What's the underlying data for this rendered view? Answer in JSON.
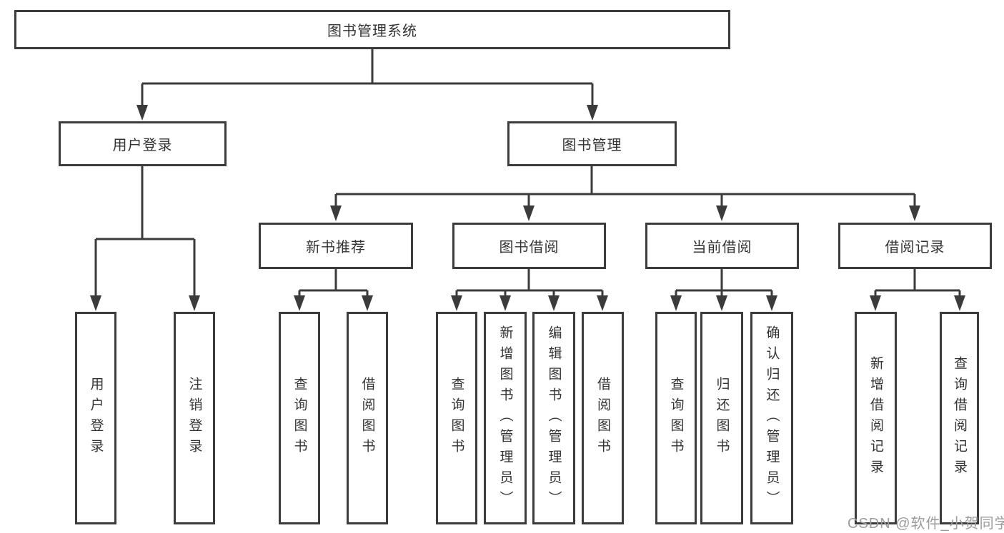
{
  "diagram": {
    "root": {
      "label": "图书管理系统"
    },
    "level2": [
      {
        "label": "用户登录"
      },
      {
        "label": "图书管理"
      }
    ],
    "level3": [
      {
        "label": "新书推荐"
      },
      {
        "label": "图书借阅"
      },
      {
        "label": "当前借阅"
      },
      {
        "label": "借阅记录"
      }
    ],
    "leaves": {
      "user_login": [
        "用户登录",
        "注销登录"
      ],
      "new_book": [
        "查询图书",
        "借阅图书"
      ],
      "book_borrow": [
        "查询图书",
        "新增图书（管理员）",
        "编辑图书（管理员）",
        "借阅图书"
      ],
      "current_borrow": [
        "查询图书",
        "归还图书",
        "确认归还（管理员）"
      ],
      "borrow_record": [
        "新增借阅记录",
        "查询借阅记录"
      ]
    }
  },
  "watermark": {
    "text": "CSDN @软件_小贺同学",
    "color": "#9b9b9b"
  },
  "colors": {
    "line": "#3b3b3b",
    "text": "#333333",
    "background": "#ffffff"
  }
}
